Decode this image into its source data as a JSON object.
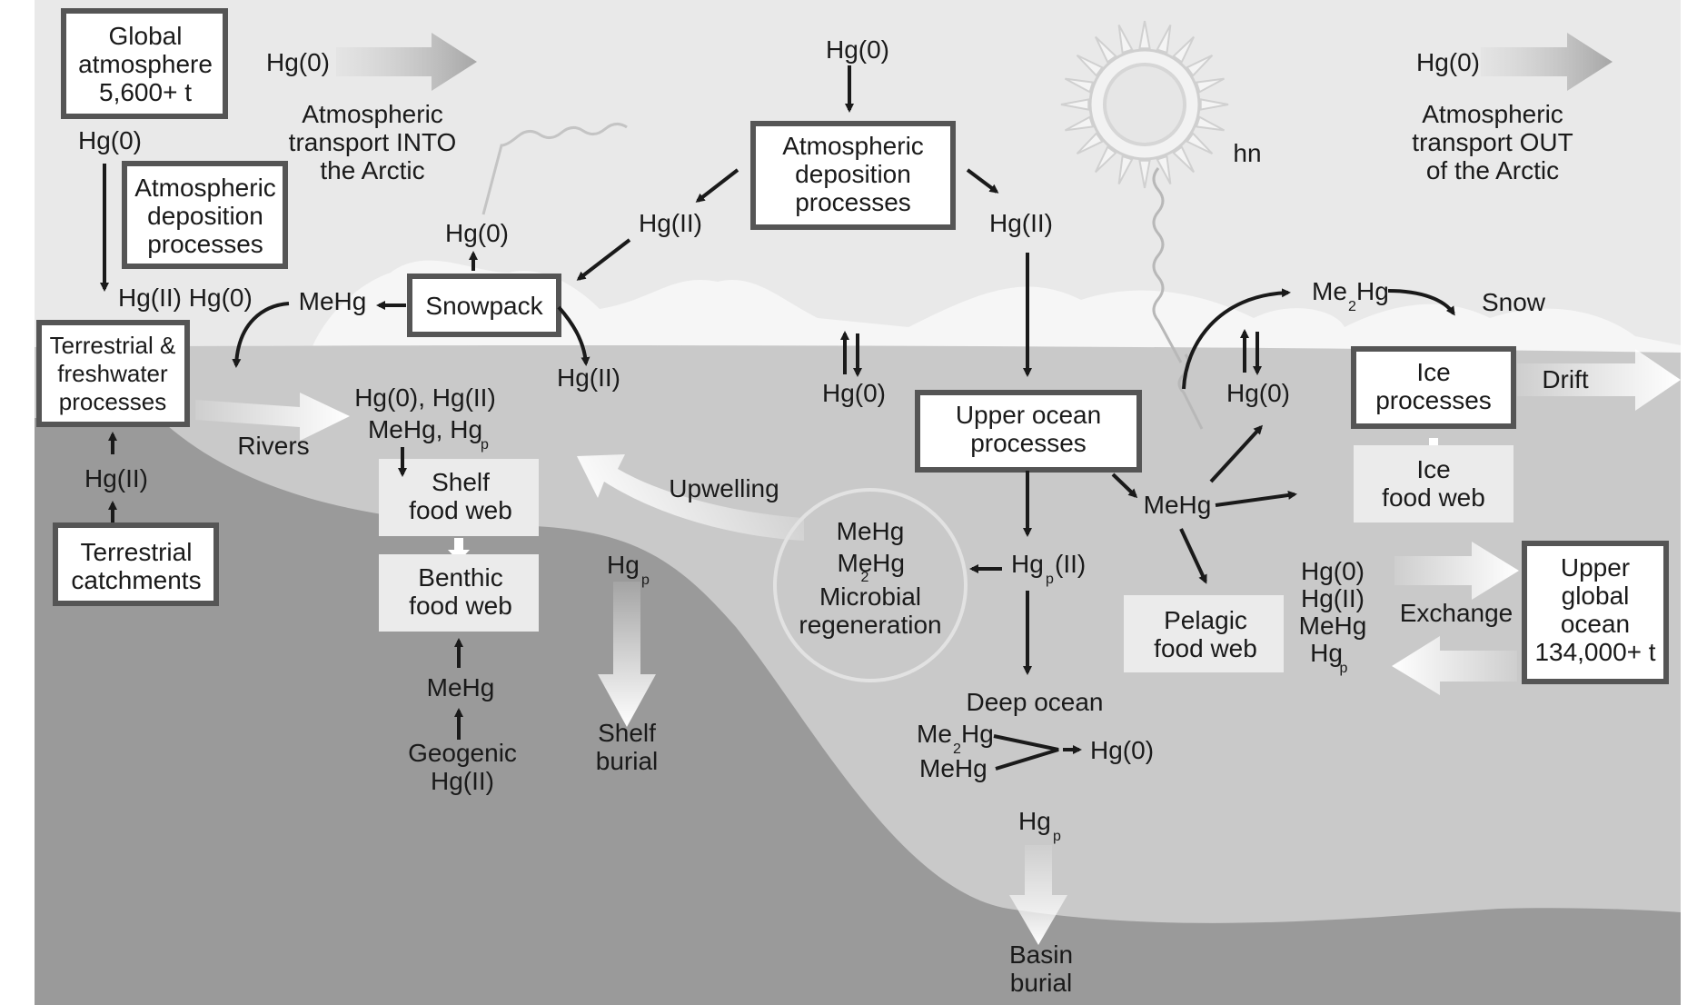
{
  "colors": {
    "sky": "#e9e9e9",
    "ocean": "#c9c9c9",
    "land": "#9a9a9a",
    "box_border": "#555555",
    "food_web_box": "#ebebeb",
    "text": "#1a1a1a"
  },
  "icons": {
    "sun": "sun-icon",
    "radiation": "wavy-arrow-icon"
  },
  "boxes": {
    "global_atmosphere": [
      "Global",
      "atmosphere",
      "5,600+ t"
    ],
    "atm_deposition_left": [
      "Atmospheric",
      "deposition",
      "processes"
    ],
    "atm_deposition_center": [
      "Atmospheric",
      "deposition",
      "processes"
    ],
    "snowpack": "Snowpack",
    "terrestrial_freshwater": [
      "Terrestrial &",
      "freshwater",
      "processes"
    ],
    "terrestrial_catchments": [
      "Terrestrial",
      "catchments"
    ],
    "upper_ocean": [
      "Upper ocean",
      "processes"
    ],
    "ice_processes": [
      "Ice",
      "processes"
    ],
    "upper_global_ocean": [
      "Upper",
      "global",
      "ocean",
      "134,000+ t"
    ]
  },
  "food_webs": {
    "shelf": [
      "Shelf",
      "food web"
    ],
    "benthic": [
      "Benthic",
      "food web"
    ],
    "ice": [
      "Ice",
      "food web"
    ],
    "pelagic": [
      "Pelagic",
      "food web"
    ]
  },
  "labels": {
    "hg0": "Hg(0)",
    "hg2": "Hg(II)",
    "mehg": "MeHg",
    "hg": "Hg",
    "me": "Me",
    "sub_p": "p",
    "sub_2": "2",
    "transport_into": [
      "Atmospheric",
      "transport INTO",
      "the Arctic"
    ],
    "transport_out": [
      "Atmospheric",
      "transport OUT",
      "of the Arctic"
    ],
    "hn": "hn",
    "snow": "Snow",
    "drift": "Drift",
    "rivers": "Rivers",
    "upwelling": "Upwelling",
    "exchange": "Exchange",
    "hg2_hg0_pair": "Hg(II) Hg(0)",
    "river_species_line1": "Hg(0), Hg(II)",
    "river_species_line2": "MeHg, Hg",
    "microbial": [
      "MeHg",
      "Me",
      "2",
      "Hg",
      "Microbial",
      "regeneration"
    ],
    "geogenic": [
      "Geogenic",
      "Hg(II)"
    ],
    "shelf_burial": [
      "Shelf",
      "burial"
    ],
    "deep_ocean": "Deep ocean",
    "basin_burial": [
      "Basin",
      "burial"
    ],
    "exchange_species": [
      "Hg(0)",
      "Hg(II)",
      "MeHg"
    ]
  }
}
